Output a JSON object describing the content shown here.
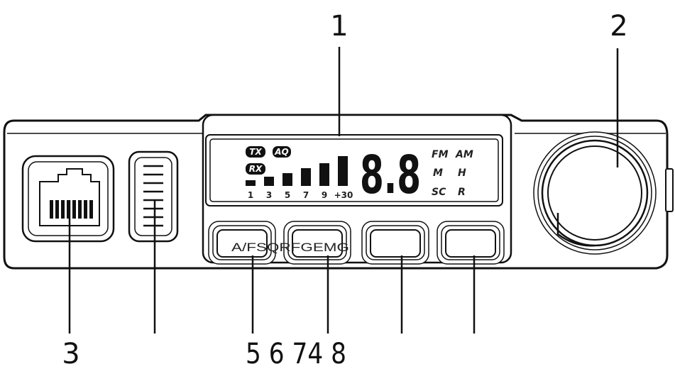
{
  "callouts": {
    "c1": "1",
    "c2": "2",
    "c3": "3",
    "c_bottom": "5 6 74 8"
  },
  "display": {
    "tx": "TX",
    "aq": "AQ",
    "rx": "RX",
    "scale": [
      "1",
      "3",
      "5",
      "7",
      "9",
      "+30"
    ],
    "digits": "8.8",
    "modes": {
      "fm": "FM",
      "am": "AM",
      "m": "M",
      "h": "H",
      "sc": "SC",
      "r": "R"
    }
  },
  "buttons": {
    "b1_label": "A/FSQRFGEMG"
  }
}
